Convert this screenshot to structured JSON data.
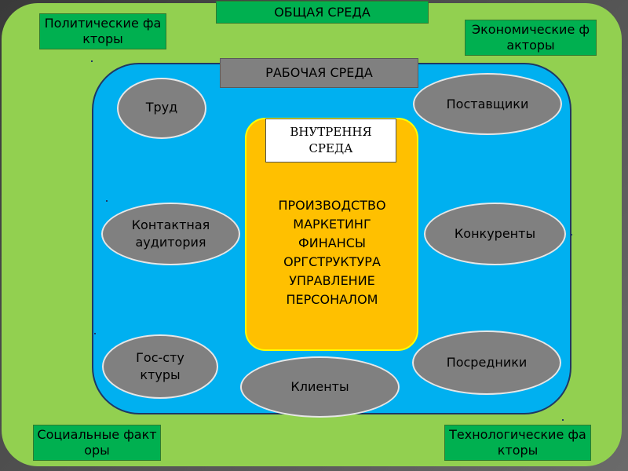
{
  "environments": {
    "general": "ОБЩАЯ СРЕДА",
    "work": "РАБОЧАЯ СРЕДА",
    "internal": "ВНУТРЕННЯ СРЕДА"
  },
  "factors": {
    "political": "Политические факторы",
    "economic": "Экономические факторы",
    "social": "Социальные факторы",
    "technological": "Технологические факторы"
  },
  "internal_functions": [
    "ПРОИЗВОДСТВО",
    "МАРКЕТИНГ",
    "ФИНАНСЫ",
    "ОРГСТРУКТУРА",
    "УПРАВЛЕНИЕ",
    "ПЕРСОНАЛОМ"
  ],
  "work_elements": {
    "labor": "Труд",
    "suppliers": "Поставщики",
    "contact_audience": "Контактная аудитория",
    "competitors": "Конкуренты",
    "gov_structures": "Гос-стуктуры",
    "clients": "Клиенты",
    "intermediaries": "Посредники"
  },
  "colors": {
    "general_env": "#92d050",
    "factor_box": "#00b050",
    "work_env": "#00b0f0",
    "internal_env": "#ffc000",
    "element_ellipse": "#808080"
  }
}
